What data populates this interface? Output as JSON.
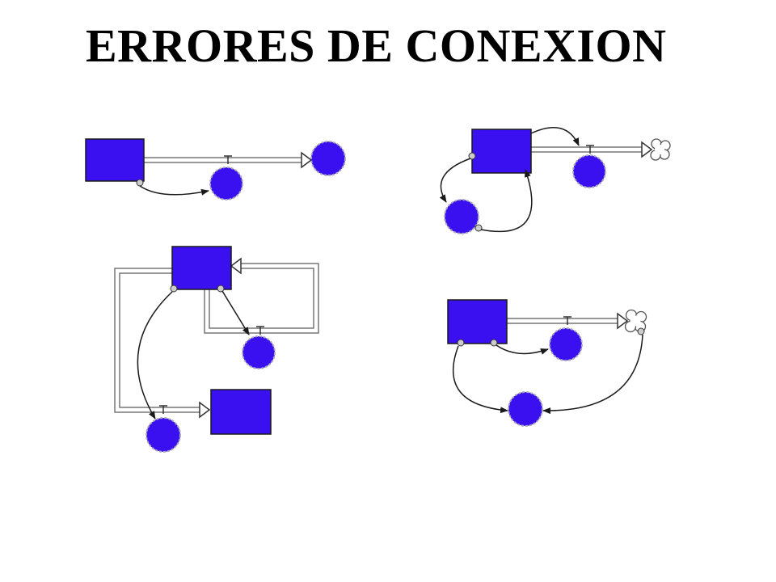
{
  "slide": {
    "title": "ERRORES DE CONEXION"
  },
  "colors": {
    "stock_fill": "#3a10f0",
    "auxiliary_fill": "#3a10f0",
    "stroke": "#1a1a1a",
    "pipe": "#8a8a8a",
    "cloud_fill": "#ffffff"
  },
  "icons": {
    "stock": "rectangle",
    "auxiliary": "circle",
    "flow_valve": "t-valve",
    "cloud": "cloud-icon",
    "connector": "curved-arrow"
  }
}
